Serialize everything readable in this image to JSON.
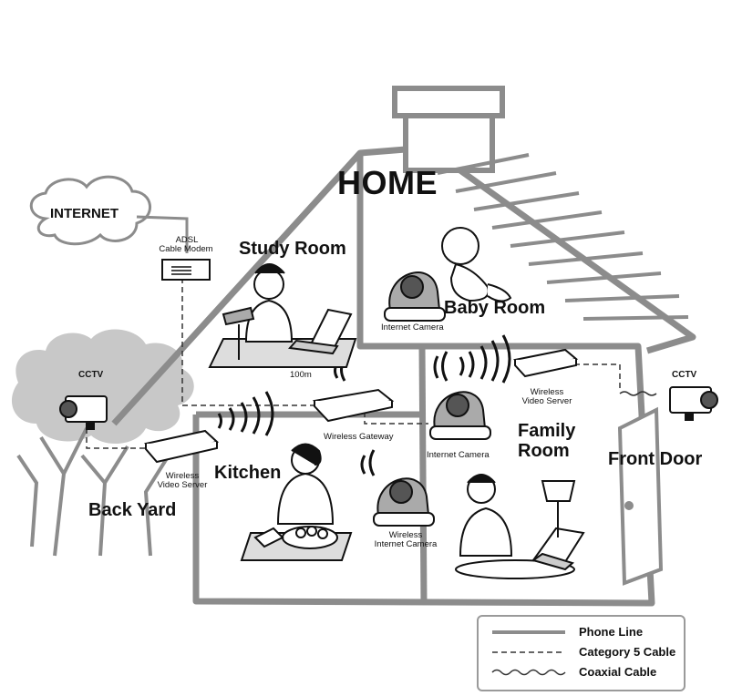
{
  "title": "HOME",
  "cloud_label": "INTERNET",
  "rooms": {
    "study_room": "Study Room",
    "baby_room": "Baby Room",
    "family_room_1": "Family",
    "family_room_2": "Room",
    "kitchen": "Kitchen",
    "back_yard": "Back Yard",
    "front_door": "Front Door"
  },
  "devices": {
    "modem_line1": "ADSL",
    "modem_line2": "Cable Modem",
    "cctv_left": "CCTV",
    "cctv_right": "CCTV",
    "range": "100m",
    "camera_baby": "Internet Camera",
    "camera_family": "Internet Camera",
    "wireless_gateway": "Wireless Gateway",
    "video_server_left_1": "Wireless",
    "video_server_left_2": "Video Server",
    "video_server_right_1": "Wireless",
    "video_server_right_2": "Video Server",
    "wireless_camera_1": "Wireless",
    "wireless_camera_2": "Internet Camera"
  },
  "legend": {
    "phone_line": "Phone Line",
    "category5": "Category 5 Cable",
    "coaxial": "Coaxial Cable"
  },
  "colors": {
    "house_outline": "#8c8c8c",
    "tree": "#c8c8c8",
    "ink": "#111111",
    "background": "#ffffff"
  }
}
